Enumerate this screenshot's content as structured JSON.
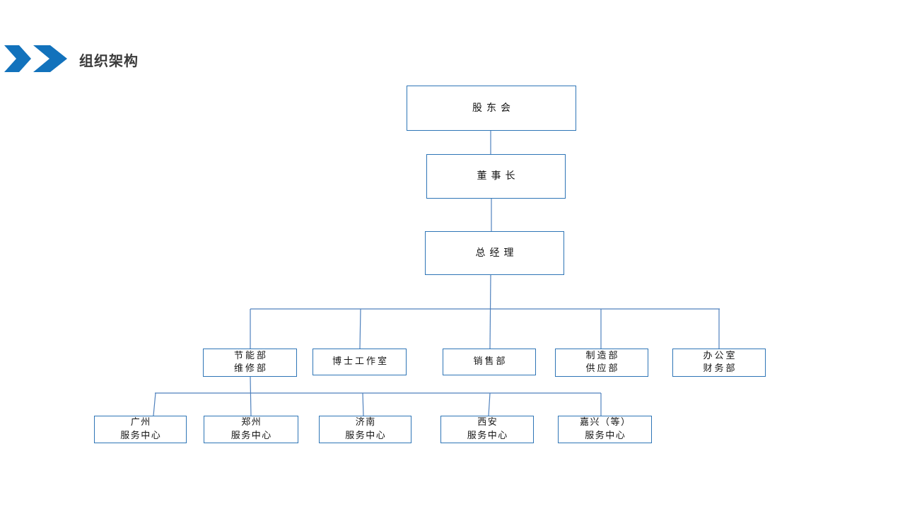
{
  "title": {
    "text": "组织架构"
  },
  "colors": {
    "accent_blue": "#1272bc",
    "box_border": "#2e75b6",
    "connector": "#4f81bd",
    "title_text": "#3b3b3b"
  },
  "org": {
    "nodes": [
      {
        "id": "shareholders",
        "label": "股东会"
      },
      {
        "id": "chairman",
        "label": "董事长"
      },
      {
        "id": "general-manager",
        "label": "总经理"
      },
      {
        "id": "energy-maintenance",
        "label": "节能部\n维修部"
      },
      {
        "id": "doctor-studio",
        "label": "博士工作室"
      },
      {
        "id": "sales",
        "label": "销售部"
      },
      {
        "id": "manufacturing-supply",
        "label": "制造部\n供应部"
      },
      {
        "id": "office-finance",
        "label": "办公室\n财务部"
      },
      {
        "id": "guangzhou-center",
        "label": "广州\n服务中心"
      },
      {
        "id": "zhengzhou-center",
        "label": "郑州\n服务中心"
      },
      {
        "id": "jinan-center",
        "label": "济南\n服务中心"
      },
      {
        "id": "xian-center",
        "label": "西安\n服务中心"
      },
      {
        "id": "jiaxing-center",
        "label": "嘉兴（等）\n服务中心"
      }
    ],
    "hierarchy": [
      {
        "parent": "shareholders",
        "children": [
          "chairman"
        ]
      },
      {
        "parent": "chairman",
        "children": [
          "general-manager"
        ]
      },
      {
        "parent": "general-manager",
        "children": [
          "energy-maintenance",
          "doctor-studio",
          "sales",
          "manufacturing-supply",
          "office-finance"
        ]
      },
      {
        "parent": "energy-maintenance",
        "children": [
          "guangzhou-center",
          "zhengzhou-center",
          "jinan-center",
          "xian-center",
          "jiaxing-center"
        ]
      }
    ]
  }
}
